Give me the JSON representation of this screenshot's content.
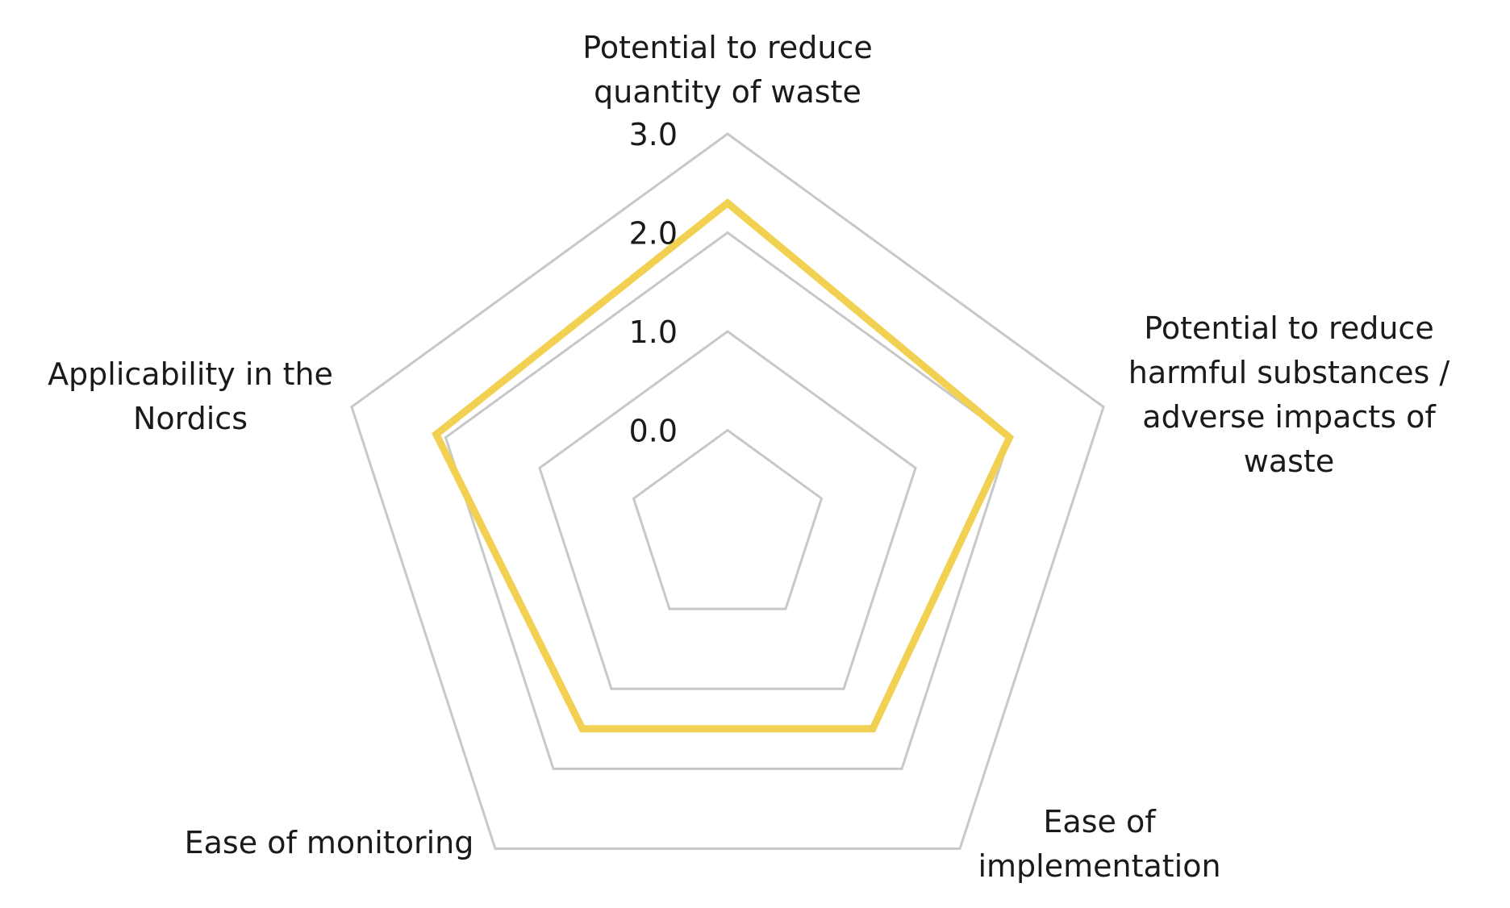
{
  "chart_data": {
    "type": "radar",
    "categories": [
      [
        "Potential to reduce",
        "quantity of waste"
      ],
      [
        "Potential to reduce",
        "harmful substances /",
        "adverse impacts of",
        "waste"
      ],
      [
        "Ease of",
        "implementation"
      ],
      [
        "Ease of monitoring"
      ],
      [
        "Applicability in the",
        "Nordics"
      ]
    ],
    "tick_labels": [
      "0.0",
      "1.0",
      "2.0",
      "3.0"
    ],
    "rlim": [
      -1,
      3
    ],
    "grid": true,
    "legend": "none",
    "series": [
      {
        "values": [
          2.3,
          2.0,
          1.5,
          1.5,
          2.1
        ],
        "color": "#f2d052"
      }
    ]
  }
}
